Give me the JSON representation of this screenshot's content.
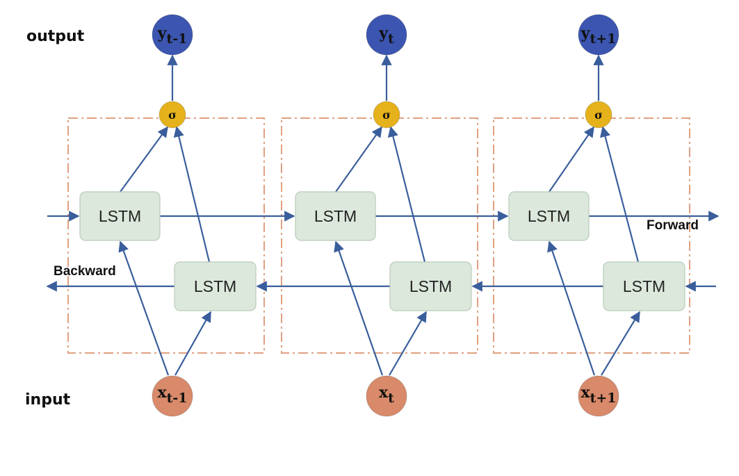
{
  "labels": {
    "output": "output",
    "input": "input",
    "forward": "Forward",
    "backward": "Backward"
  },
  "cell_label": "LSTM",
  "activation_symbol": "σ",
  "steps": [
    {
      "output_base": "y",
      "output_sub": "t-1",
      "input_base": "x",
      "input_sub": "t-1"
    },
    {
      "output_base": "y",
      "output_sub": "t",
      "input_base": "x",
      "input_sub": "t"
    },
    {
      "output_base": "y",
      "output_sub": "t+1",
      "input_base": "x",
      "input_sub": "t+1"
    }
  ],
  "colors": {
    "output_node": "#3b55b0",
    "activation_node": "#e6b21b",
    "input_node": "#d98a6a",
    "lstm_box": "#dce8dc",
    "arrow": "#3a5e9c",
    "dashed_frame": "#e0a080"
  }
}
